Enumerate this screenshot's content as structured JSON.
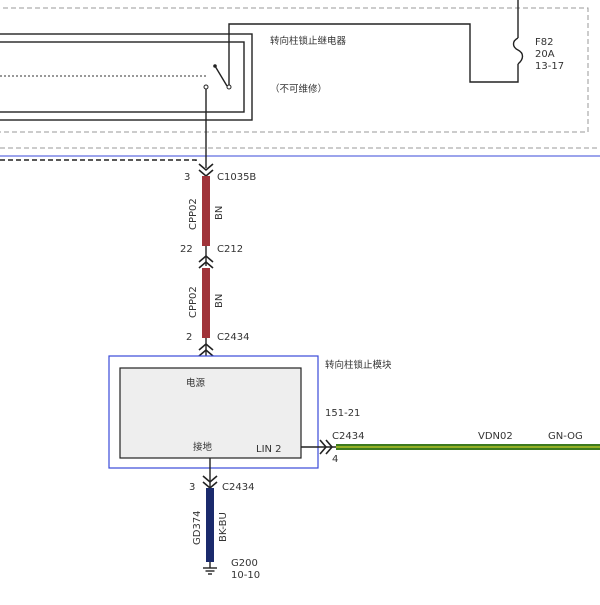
{
  "relay": {
    "title": "转向柱锁止继电器",
    "note": "（不可维修）"
  },
  "fuse": {
    "id": "F82",
    "rating": "20A",
    "location": "13-17"
  },
  "upper_connector": {
    "pin": "3",
    "id": "C1035B"
  },
  "segment_1": {
    "circuit": "CPP02",
    "color_code": "BN"
  },
  "mid_connector": {
    "pin": "22",
    "id": "C212"
  },
  "segment_2": {
    "circuit": "CPP02",
    "color_code": "BN"
  },
  "module_top_connector": {
    "pin": "2",
    "id": "C2434"
  },
  "module": {
    "title": "转向柱锁止模块",
    "power_label": "电源",
    "ground_label": "接地",
    "lin_label": "LIN 2",
    "page_ref": "151-21"
  },
  "lin_connector": {
    "id": "C2434",
    "pin": "4"
  },
  "lin_wire": {
    "circuit": "VDN02",
    "color_code": "GN-OG"
  },
  "ground_connector": {
    "pin": "3",
    "id": "C2434"
  },
  "ground_wire": {
    "circuit": "GD374",
    "color_code": "BK-BU"
  },
  "ground_point": {
    "id": "G200",
    "location": "10-10"
  },
  "colors": {
    "brown_wire": "#a0343a",
    "black_blue_wire": "#1a2a6c",
    "green_orange_wire": "#3d7a1e",
    "module_border": "#3a4ad8",
    "module_fill": "#eeeeee"
  }
}
